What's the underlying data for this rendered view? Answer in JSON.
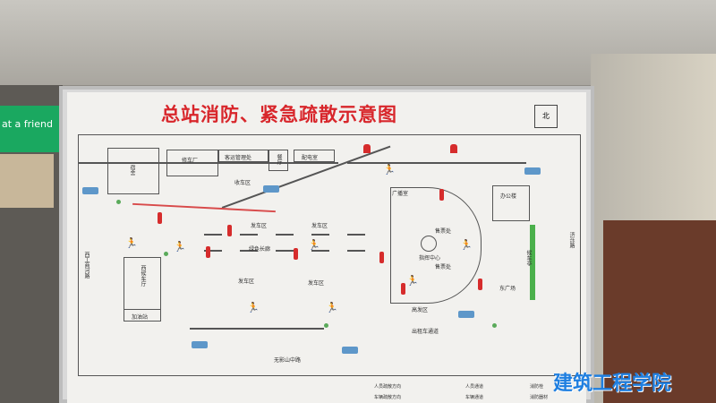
{
  "background": {
    "green_sign": "at a friend"
  },
  "sign": {
    "title": "总站消防、紧急疏散示意图",
    "compass": "北",
    "buildings": {
      "dorm": "宿舍",
      "repair": "修车厂",
      "admin": "客运管理处",
      "canteen": "餐厅",
      "power": "配电室",
      "office": "办公楼",
      "broadcast": "广播室",
      "command": "指挥中心",
      "ticket1": "售票处",
      "ticket2": "售票处",
      "waiting": "西候车厅",
      "gas": "加油站",
      "kiosk": "候车亭"
    },
    "areas": {
      "collect": "收车区",
      "depart1": "发车区",
      "depart2": "发车区",
      "depart3": "发车区",
      "depart4": "发车区",
      "corridor": "绿色长廊",
      "express": "高发区",
      "taxi": "出租车通道",
      "east_square": "东广场"
    },
    "roads": {
      "south": "无影山中路",
      "west": "西工商河路",
      "east": "济泺路"
    },
    "legend": [
      "人员疏散方向",
      "车辆疏散方向",
      "人员通道",
      "车辆通道",
      "消防栓",
      "消防器材"
    ]
  },
  "watermark": "建筑工程学院"
}
